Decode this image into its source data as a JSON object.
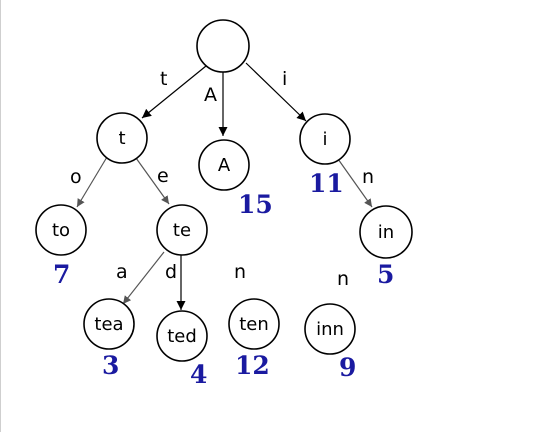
{
  "colors": {
    "value": "#1a1aa0",
    "edge_dark": "#000000",
    "edge_gray": "#555555"
  },
  "nodes": {
    "root": {
      "label": ""
    },
    "t": {
      "label": "t"
    },
    "A": {
      "label": "A",
      "value": "15"
    },
    "i": {
      "label": "i",
      "value": "11"
    },
    "to": {
      "label": "to",
      "value": "7"
    },
    "te": {
      "label": "te"
    },
    "in": {
      "label": "in",
      "value": "5"
    },
    "tea": {
      "label": "tea",
      "value": "3"
    },
    "ted": {
      "label": "ted",
      "value": "4"
    },
    "ten": {
      "label": "ten",
      "value": "12"
    },
    "inn": {
      "label": "inn",
      "value": "9"
    }
  },
  "edges": {
    "root_t": {
      "label": "t"
    },
    "root_A": {
      "label": "A"
    },
    "root_i": {
      "label": "i"
    },
    "t_to": {
      "label": "o"
    },
    "t_te": {
      "label": "e"
    },
    "i_in": {
      "label": "n"
    },
    "te_tea": {
      "label": "a"
    },
    "te_ted": {
      "label": "d"
    },
    "te_ten": {
      "label": "n"
    },
    "in_inn": {
      "label": "n"
    }
  }
}
